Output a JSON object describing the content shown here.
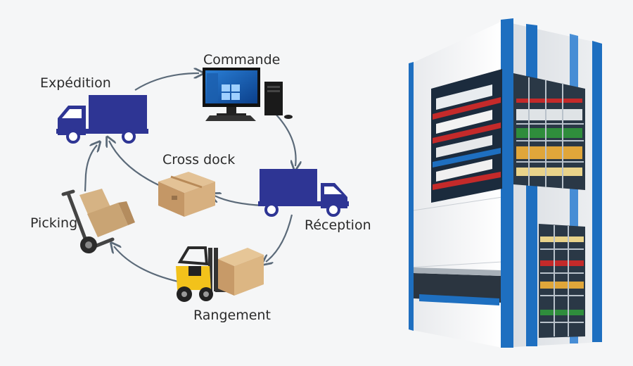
{
  "cycle": {
    "labels": {
      "commande": "Commande",
      "expedition": "Expédition",
      "cross_dock": "Cross dock",
      "reception": "Réception",
      "picking": "Picking",
      "rangement": "Rangement"
    }
  },
  "colors": {
    "truck_blue": "#2e3594",
    "arrow_gray": "#5b6a79",
    "box_tan": "#d2ab7c",
    "forklift_yellow": "#f2c21b",
    "storage_blue": "#1e6fc0",
    "tray_red": "#c42a2a",
    "tray_green": "#2f8d3c",
    "tray_amber": "#e0a63a"
  }
}
